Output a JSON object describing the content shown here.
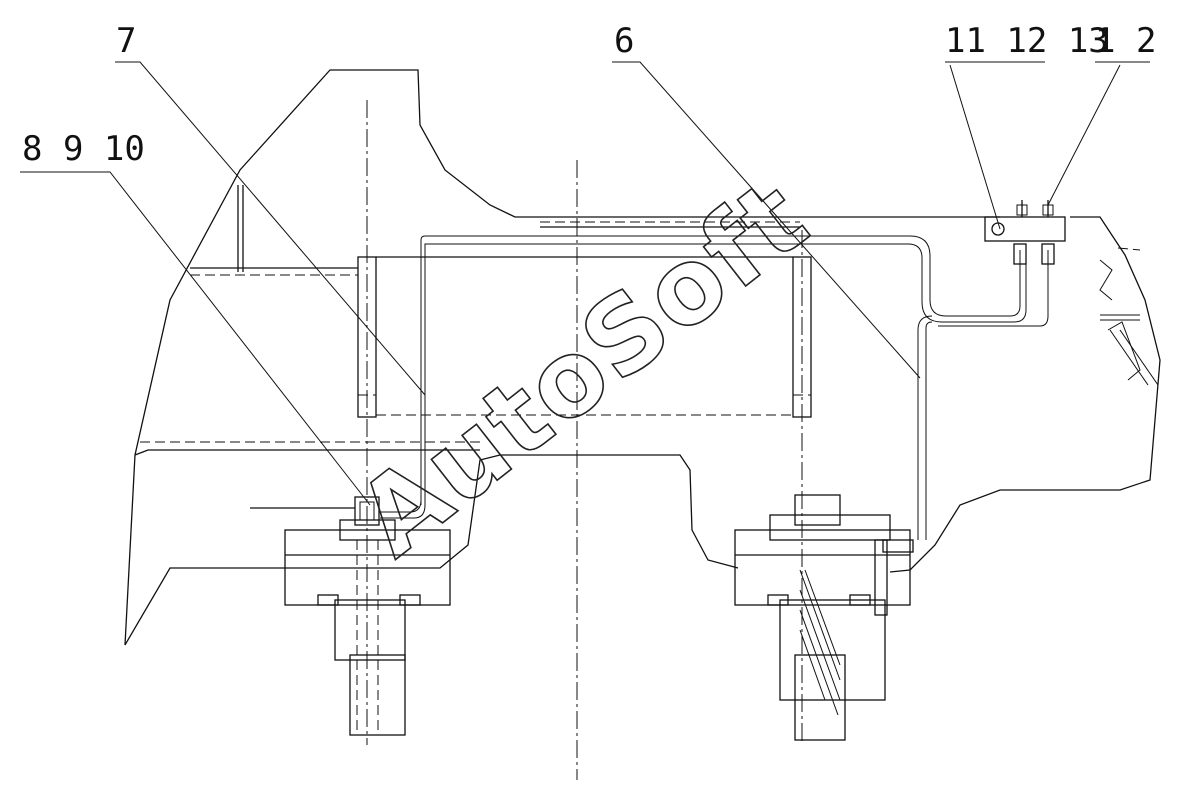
{
  "callouts": {
    "c7": "7",
    "c6": "6",
    "c8_9_10": "8  9 10",
    "c11_12_13": "11 12 13",
    "c1_2": "1  2"
  },
  "watermark": "AutoSoft"
}
